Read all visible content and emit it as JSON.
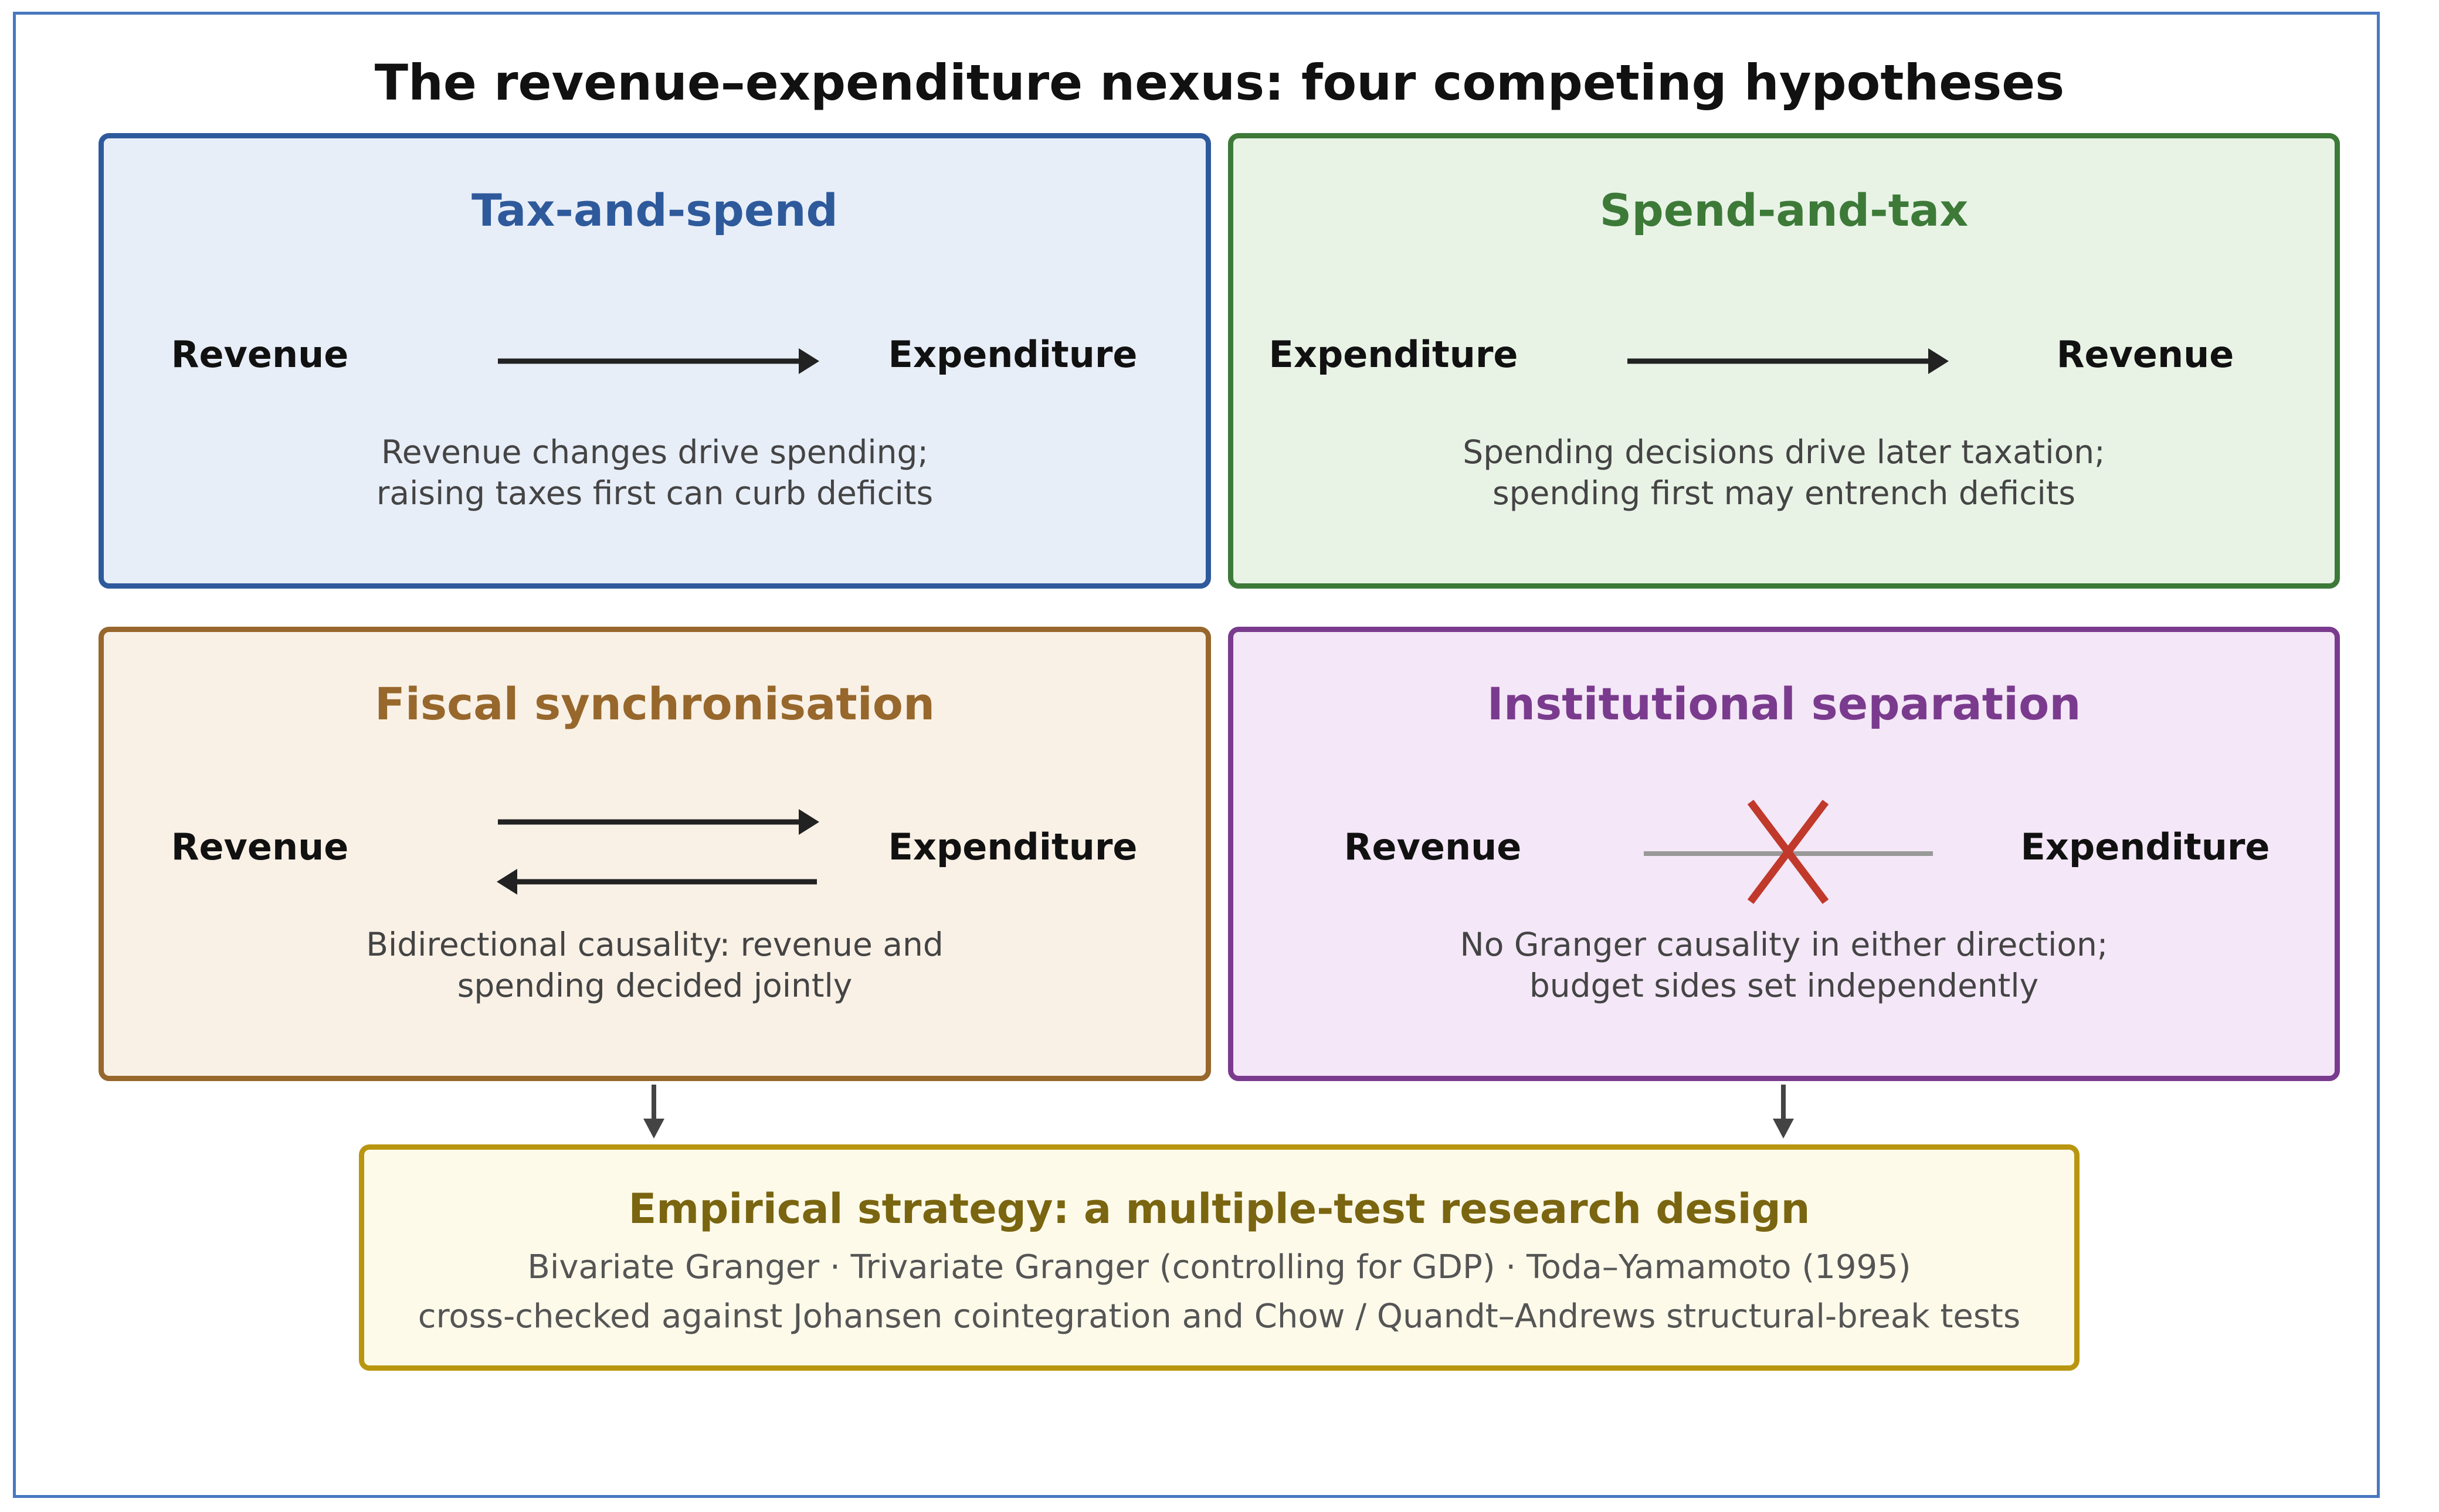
{
  "title": "The revenue–expenditure nexus: four competing hypotheses",
  "colors": {
    "tax_and_spend": "#2e5a9c",
    "spend_and_tax": "#3d7a38",
    "synchronisation": "#97672c",
    "separation": "#7a3b8e",
    "strategy": "#b8960f",
    "frame": "#4a78c0",
    "no_causality_cross": "#c0392b"
  },
  "hypotheses": [
    {
      "title": "Tax-and-spend",
      "left_node": "Revenue",
      "right_node": "Expenditure",
      "relation": "left-to-right",
      "description": [
        "Revenue changes drive spending;",
        "raising taxes first can curb deficits"
      ]
    },
    {
      "title": "Spend-and-tax",
      "left_node": "Expenditure",
      "right_node": "Revenue",
      "relation": "left-to-right",
      "description": [
        "Spending decisions drive later taxation;",
        "spending first may entrench deficits"
      ]
    },
    {
      "title": "Fiscal synchronisation",
      "left_node": "Revenue",
      "right_node": "Expenditure",
      "relation": "bidirectional",
      "description": [
        "Bidirectional causality: revenue and",
        "spending decided jointly"
      ]
    },
    {
      "title": "Institutional separation",
      "left_node": "Revenue",
      "right_node": "Expenditure",
      "relation": "none",
      "description": [
        "No Granger causality in either direction;",
        "budget sides set independently"
      ]
    }
  ],
  "strategy": {
    "title": "Empirical strategy: a multiple-test research design",
    "lines": [
      "Bivariate Granger · Trivariate Granger (controlling for GDP) · Toda–Yamamoto (1995)",
      "cross-checked against Johansen cointegration and Chow / Quandt–Andrews structural-break tests"
    ]
  }
}
